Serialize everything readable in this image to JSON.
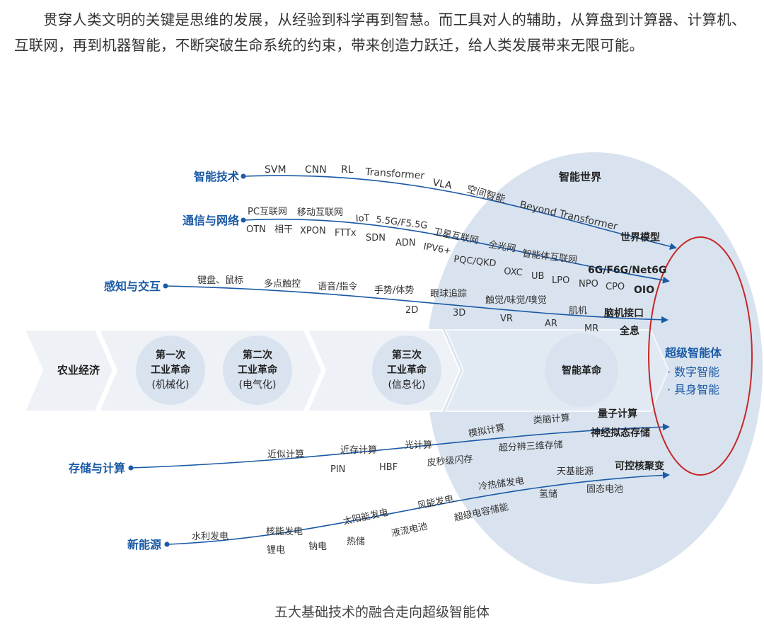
{
  "intro": "贯穿人类文明的关键是思维的发展，从经验到科学再到智慧。而工具对人的辅助，从算盘到计算器、计算机、互联网，再到机器智能，不断突破生命系统的约束，带来创造力跃迁，给人类发展带来无限可能。",
  "caption": "五大基础技术的融合走向超级智能体",
  "colors": {
    "blue": "#1a5aa6",
    "light": "#dde6f1",
    "arrow_bg": "#eef2f7",
    "circle": "#d9e3ef",
    "red": "#c62828"
  },
  "world_label": "智能世界",
  "eras": {
    "agri": "农业经济",
    "ir1": {
      "l1": "第一次",
      "l2": "工业革命",
      "l3": "(机械化)"
    },
    "ir2": {
      "l1": "第二次",
      "l2": "工业革命",
      "l3": "(电气化)"
    },
    "ir3": {
      "l1": "第三次",
      "l2": "工业革命",
      "l3": "(信息化)"
    },
    "ai": "智能革命"
  },
  "target": {
    "title": "超级智能体",
    "item1": "· 数字智能",
    "item2": "· 具身智能"
  },
  "streams": {
    "ai_tech": {
      "label": "智能技术",
      "t1": "SVM",
      "t2": "CNN",
      "t3": "RL",
      "t4": "Transformer",
      "t5": "VLA",
      "t6": "空间智能",
      "t7": "Beyond Transformer",
      "end": "世界模型"
    },
    "comm": {
      "label": "通信与网络",
      "a1": "PC互联网",
      "a2": "移动互联网",
      "a3": "IoT",
      "a4": "5.5G/F5.5G",
      "a5": "卫星互联网",
      "a6": "全光网",
      "a7": "智能体互联网",
      "end1": "6G/F6G/Net6G",
      "b1": "OTN",
      "b2": "相干",
      "b3": "XPON",
      "b4": "FTTx",
      "b5": "SDN",
      "b6": "ADN",
      "b7": "IPV6+",
      "b8": "PQC/QKD",
      "b9": "OXC",
      "b10": "UB",
      "b11": "LPO",
      "b12": "NPO",
      "b13": "CPO",
      "end2": "OIO"
    },
    "sense": {
      "label": "感知与交互",
      "a1": "键盘、鼠标",
      "a2": "多点触控",
      "a3": "语音/指令",
      "a4": "手势/体势",
      "a5": "眼球追踪",
      "a6": "触觉/味觉/嗅觉",
      "a7": "肌机",
      "end1": "脑机接口",
      "b1": "2D",
      "b2": "3D",
      "b3": "VR",
      "b4": "AR",
      "b5": "MR",
      "end2": "全息"
    },
    "compute": {
      "label": "存储与计算",
      "a1": "近似计算",
      "a2": "近存计算",
      "a3": "光计算",
      "a4": "模拟计算",
      "a5": "类脑计算",
      "end1": "量子计算",
      "b1": "PIN",
      "b2": "HBF",
      "b3": "皮秒级闪存",
      "b4": "超分辨三维存储",
      "end2": "神经拟态存储"
    },
    "energy": {
      "label": "新能源",
      "a1": "水利发电",
      "a2": "核能发电",
      "a3": "太阳能发电",
      "a4": "风能发电",
      "a5": "冷热储发电",
      "a6": "天基能源",
      "end1": "可控核聚变",
      "b1": "锂电",
      "b2": "钠电",
      "b3": "热储",
      "b4": "液流电池",
      "b5": "超级电容储能",
      "b6": "氢储",
      "b7": "固态电池"
    }
  }
}
